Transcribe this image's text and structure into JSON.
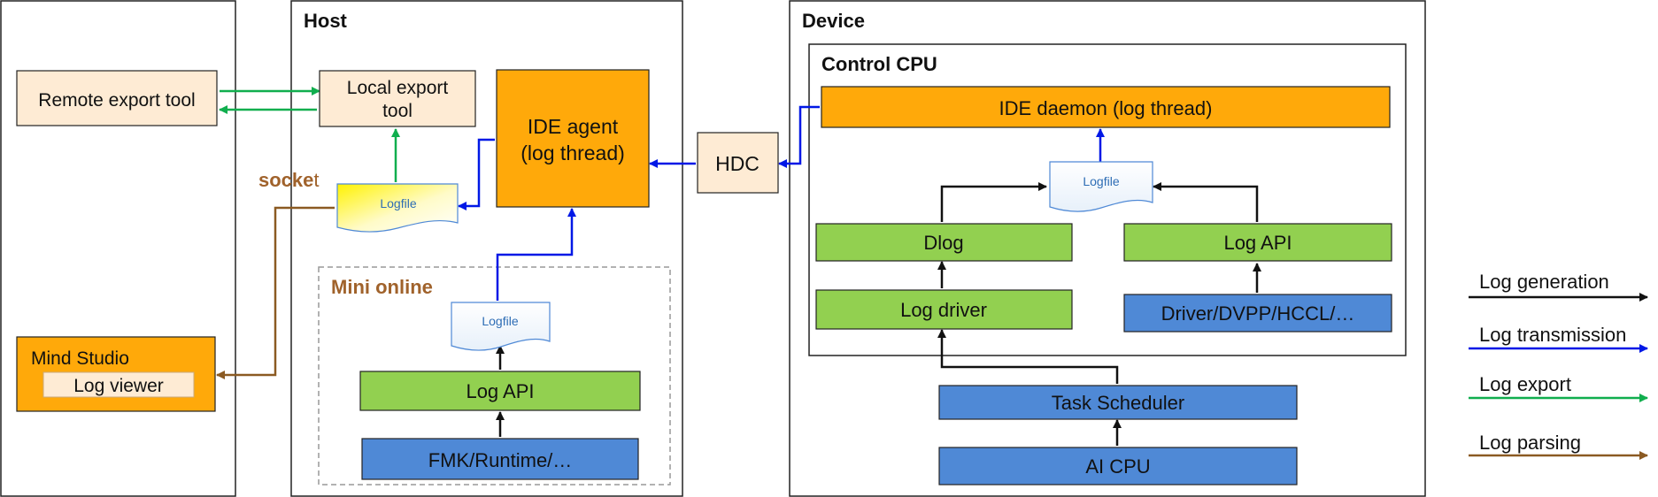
{
  "panels": {
    "host_title": "Host",
    "device_title": "Device",
    "control_cpu_title": "Control CPU",
    "mini_online_title": "Mini online"
  },
  "nodes": {
    "remote_export_tool": "Remote export tool",
    "local_export_tool_line1": "Local export",
    "local_export_tool_line2": "tool",
    "ide_agent_line1": "IDE agent",
    "ide_agent_line2": "(log thread)",
    "hdc": "HDC",
    "ide_daemon": "IDE daemon (log thread)",
    "logfile": "Logfile",
    "dlog": "Dlog",
    "log_api": "Log API",
    "log_driver": "Log driver",
    "driver_dvpp": "Driver/DVPP/HCCL/…",
    "task_scheduler": "Task Scheduler",
    "ai_cpu": "AI CPU",
    "fmk_runtime": "FMK/Runtime/…",
    "mind_studio": "Mind Studio",
    "log_viewer": "Log viewer"
  },
  "labels": {
    "socket_part1": "socke",
    "socket_part2": "t"
  },
  "legend": {
    "generation": "Log generation",
    "transmission": "Log transmission",
    "export": "Log export",
    "parsing": "Log parsing"
  },
  "colors": {
    "orange": "#FFA90A",
    "green": "#92D050",
    "blue": "#4F89D6",
    "cream": "#FEEBD4",
    "arrow_black": "#111111",
    "arrow_blue": "#0018E6",
    "arrow_green": "#10AE4E",
    "arrow_brown": "#8B5A22",
    "socket_text": "#A0622B"
  }
}
